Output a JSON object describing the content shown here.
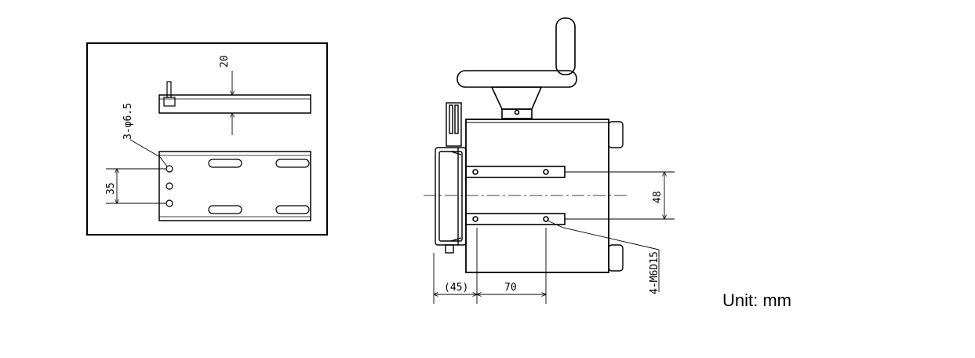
{
  "left_view": {
    "dim_thickness": "20",
    "dim_holes": "3-φ6.5",
    "dim_pitch": "35"
  },
  "right_view": {
    "dim_rail_spacing": "48",
    "dim_screws": "4-M6D15",
    "dim_offset": "(45)",
    "dim_rail_length": "70"
  },
  "unit_label": "Unit: mm",
  "colors": {
    "line": "#000000",
    "frame": "#000000"
  }
}
